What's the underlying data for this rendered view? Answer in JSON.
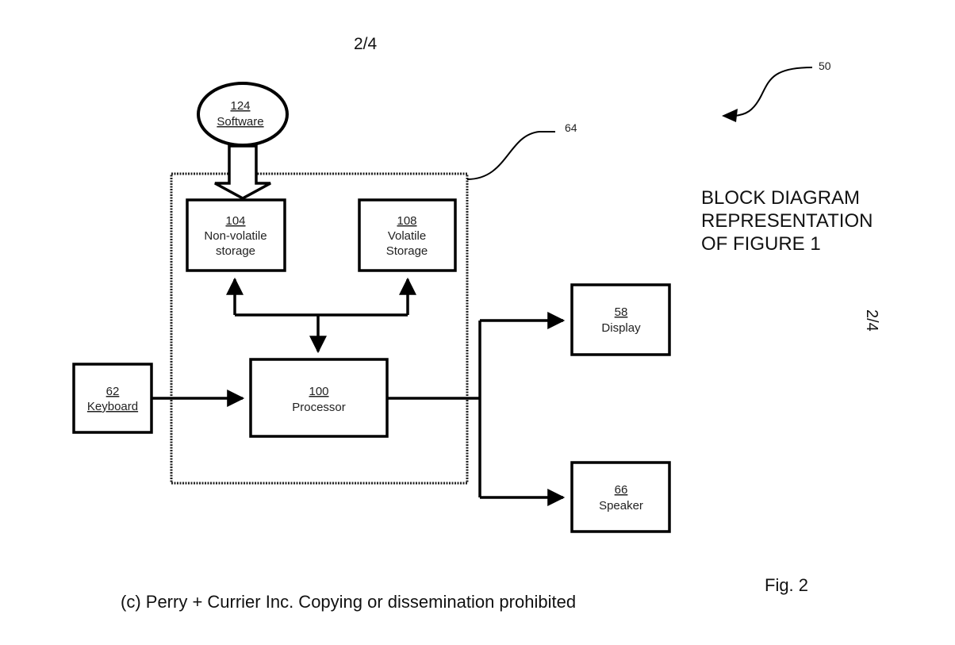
{
  "page": {
    "page_number_top": "2/4",
    "page_number_side": "2/4",
    "title_lines": [
      "BLOCK DIAGRAM",
      "REPRESENTATION",
      "OF FIGURE 1"
    ],
    "figure_label": "Fig. 2",
    "copyright": "(c) Perry + Currier Inc.  Copying or dissemination prohibited"
  },
  "diagram": {
    "callouts": {
      "system": "50",
      "enclosure": "64"
    },
    "nodes": {
      "software": {
        "ref": "124",
        "label": "Software"
      },
      "nonvolatile": {
        "ref": "104",
        "label_lines": [
          "Non-volatile",
          "storage"
        ]
      },
      "volatile": {
        "ref": "108",
        "label_lines": [
          "Volatile",
          "Storage"
        ]
      },
      "processor": {
        "ref": "100",
        "label": "Processor"
      },
      "keyboard": {
        "ref": "62",
        "label": "Keyboard"
      },
      "display": {
        "ref": "58",
        "label": "Display"
      },
      "speaker": {
        "ref": "66",
        "label": "Speaker"
      }
    },
    "edges": [
      {
        "from": "software",
        "to": "nonvolatile",
        "style": "hollow-block-arrow"
      },
      {
        "from": "processor",
        "to": "nonvolatile",
        "style": "arrow"
      },
      {
        "from": "processor",
        "to": "volatile",
        "style": "arrow"
      },
      {
        "from": "storage-bus",
        "to": "processor",
        "style": "arrow"
      },
      {
        "from": "keyboard",
        "to": "processor",
        "style": "arrow"
      },
      {
        "from": "processor",
        "to": "display",
        "style": "arrow"
      },
      {
        "from": "processor",
        "to": "speaker",
        "style": "arrow"
      }
    ]
  }
}
